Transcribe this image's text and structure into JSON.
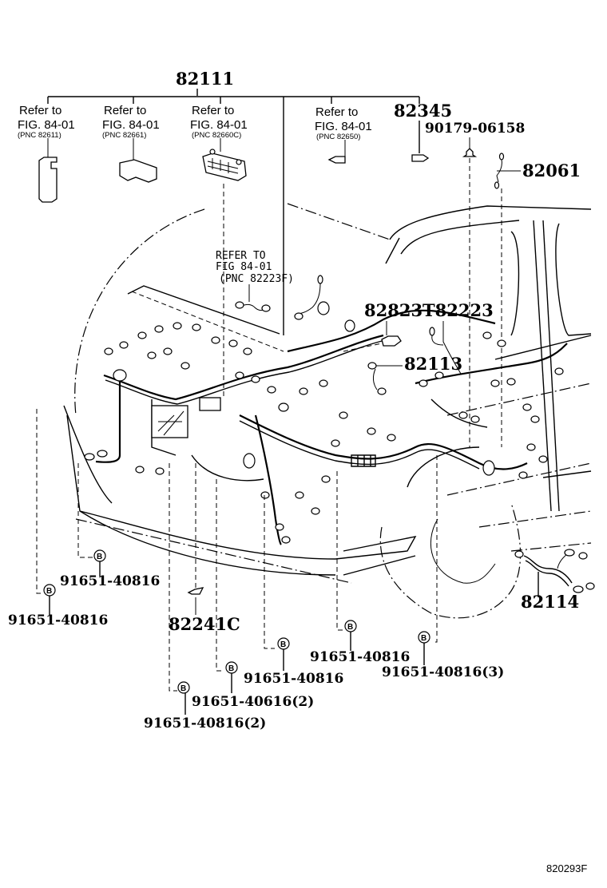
{
  "diagram": {
    "figure_id": "820293F",
    "main_harness": {
      "part_number": "82111"
    },
    "references": [
      {
        "line1": "Refer to",
        "line2": "FIG. 84-01",
        "pnc": "(PNC 82611)"
      },
      {
        "line1": "Refer to",
        "line2": "FIG. 84-01",
        "pnc": "(PNC 82661)"
      },
      {
        "line1": "Refer to",
        "line2": "FIG. 84-01",
        "pnc": "(PNC 82660C)"
      },
      {
        "line1": "Refer to",
        "line2": "FIG. 84-01",
        "pnc": "(PNC 82650)"
      },
      {
        "line1": "REFER TO",
        "line2": "FIG 84-01",
        "pnc": "(PNC 82223F)"
      }
    ],
    "parts": {
      "p82345": "82345",
      "p90179": "90179-06158",
      "p82061": "82061",
      "p82823": "82823T82223",
      "p82113": "82113",
      "p82114": "82114",
      "p82241": "82241C"
    },
    "clamp_symbol": "B",
    "clamps": [
      {
        "part_number": "91651-40816"
      },
      {
        "part_number": "91651-40816"
      },
      {
        "part_number": "91651-40816(2)"
      },
      {
        "part_number": "91651-40616(2)"
      },
      {
        "part_number": "91651-40816"
      },
      {
        "part_number": "91651-40816"
      },
      {
        "part_number": "91651-40816(3)"
      }
    ]
  }
}
